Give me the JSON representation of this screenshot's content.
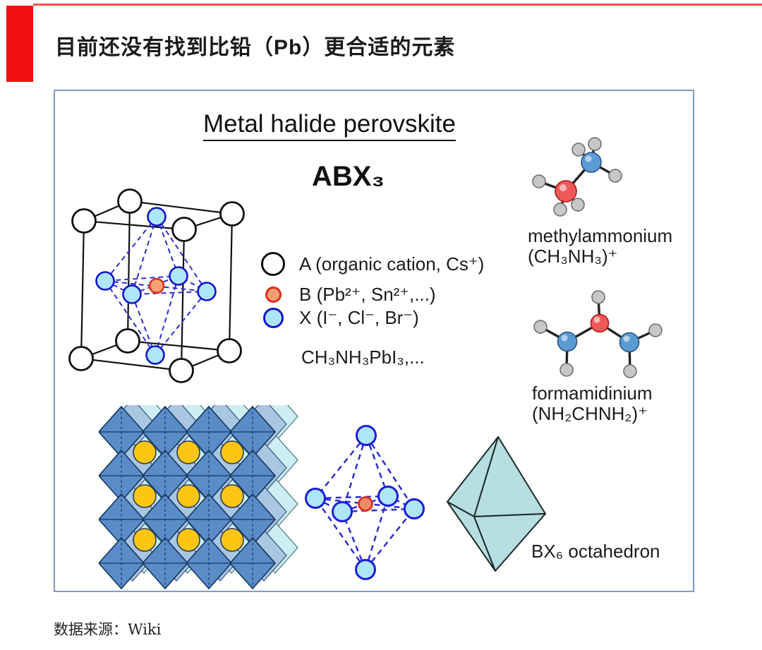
{
  "page": {
    "title": "目前还没有找到比铅（Pb）更合适的元素",
    "source_note": "数据来源：Wiki"
  },
  "figure": {
    "title": "Metal halide perovskite",
    "formula_heading": "ABX₃",
    "legend": [
      {
        "site": "A",
        "label": "A (organic cation, Cs⁺)"
      },
      {
        "site": "B",
        "label": "B (Pb²⁺, Sn²⁺,...)"
      },
      {
        "site": "X",
        "label": "X (I⁻, Cl⁻, Br⁻)"
      }
    ],
    "example_formula": "CH₃NH₃PbI₃,...",
    "molecules": [
      {
        "name": "methylammonium",
        "formula": "(CH₃NH₃)⁺"
      },
      {
        "name": "formamidinium",
        "formula": "(NH₂CHNH₂)⁺"
      }
    ],
    "octahedron_label": "BX₆ octahedron"
  },
  "colors": {
    "accent-red": "#f20f0f",
    "rule-red": "#f0554c",
    "panel-border": "#7e9cc0",
    "ink": "#1a1a1a",
    "text": "#1c1c1c",
    "cell-ink": "#111111",
    "dash-blue": "#2e2ed0",
    "x-fill": "#ade6f7",
    "x-stroke": "#1414cf",
    "b-fill": "#f4a072",
    "b-stroke": "#e22a18",
    "oct-fill": "#b7dee0",
    "oct-stroke": "#1c2b2b",
    "front-blue": "#5a8cc8",
    "mid-blue": "#a9c6e3",
    "back-cyan": "#cdeef4",
    "a-yellow": "#ffc513",
    "pink": "#f5c5ce",
    "sphere-gray": "#c7c7c7",
    "sphere-red": "#ee5a5a",
    "sphere-blue": "#5b9bd5"
  }
}
